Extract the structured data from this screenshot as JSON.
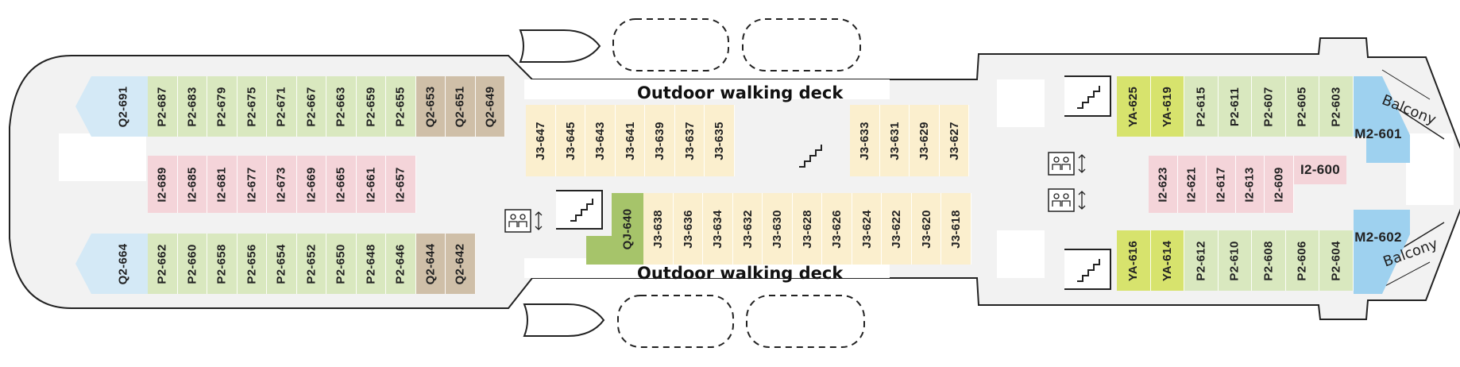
{
  "colors": {
    "hull": "#f2f2f2",
    "outline": "#222222",
    "P2": "#d9e8bf",
    "Q2": "#d4e9f6",
    "QB": "#cfbfa8",
    "I2": "#f4d4d9",
    "J3": "#fbefce",
    "QJ": "#a6c46a",
    "YA": "#d7e36d",
    "M2": "#9ed1ef"
  },
  "labels": {
    "walk_top": "Outdoor walking deck",
    "walk_bottom": "Outdoor walking deck",
    "balcony_top": "Balcony",
    "balcony_bottom": "Balcony"
  },
  "icons": [
    "lifeboat-icon",
    "stairs-icon",
    "elevator-icon"
  ],
  "cabins": {
    "row_top_left": [
      "Q2-691",
      "P2-687",
      "P2-683",
      "P2-679",
      "P2-675",
      "P2-671",
      "P2-667",
      "P2-663",
      "P2-659",
      "P2-655",
      "Q2-653",
      "Q2-651",
      "Q2-649"
    ],
    "row_mid_left": [
      "I2-689",
      "I2-685",
      "I2-681",
      "I2-677",
      "I2-673",
      "I2-669",
      "I2-665",
      "I2-661",
      "I2-657"
    ],
    "row_bottom_left": [
      "Q2-664",
      "P2-662",
      "P2-660",
      "P2-658",
      "P2-656",
      "P2-654",
      "P2-652",
      "P2-650",
      "P2-648",
      "P2-646",
      "Q2-644",
      "Q2-642"
    ],
    "j3_top_left": [
      "J3-647",
      "J3-645",
      "J3-643",
      "J3-641",
      "J3-639",
      "J3-637",
      "J3-635"
    ],
    "j3_top_right": [
      "J3-633",
      "J3-631",
      "J3-629",
      "J3-627"
    ],
    "qj": "QJ-640",
    "j3_bottom": [
      "J3-638",
      "J3-636",
      "J3-634",
      "J3-632",
      "J3-630",
      "J3-628",
      "J3-626",
      "J3-624",
      "J3-622",
      "J3-620",
      "J3-618"
    ],
    "fwd_top": [
      "YA-625",
      "YA-619",
      "P2-615",
      "P2-611",
      "P2-607",
      "P2-605",
      "P2-603"
    ],
    "fwd_mid": [
      "I2-623",
      "I2-621",
      "I2-617",
      "I2-613",
      "I2-609"
    ],
    "fwd_mid_h": "I2-600",
    "fwd_bottom": [
      "YA-616",
      "YA-614",
      "P2-612",
      "P2-610",
      "P2-608",
      "P2-606",
      "P2-604"
    ],
    "m_top": "M2-601",
    "m_bottom": "M2-602"
  }
}
